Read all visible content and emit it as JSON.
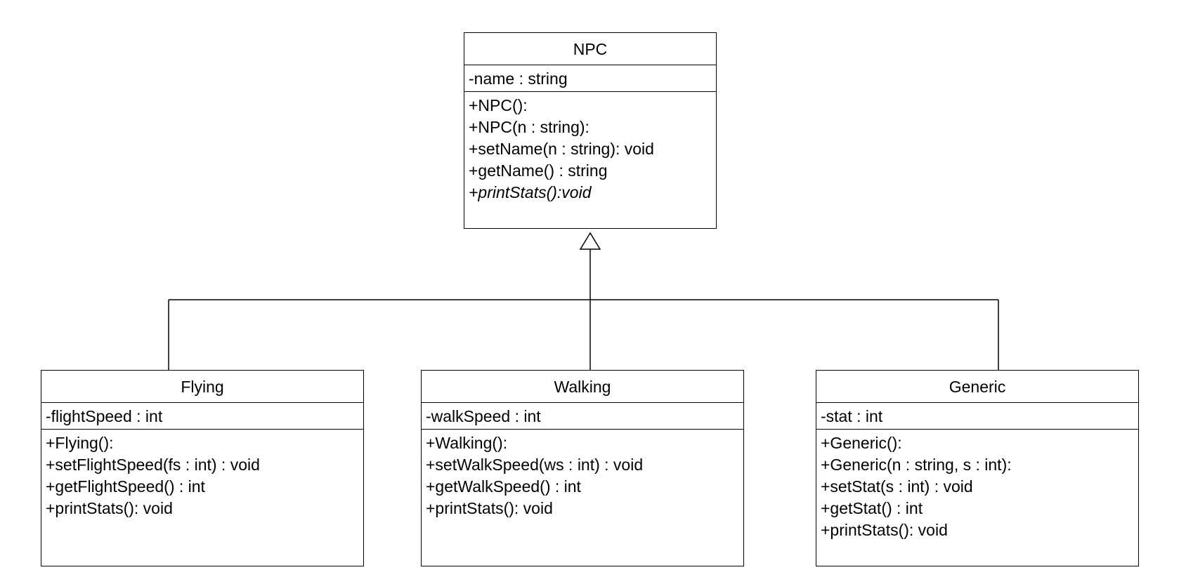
{
  "classes": {
    "npc": {
      "name": "NPC",
      "attributes": [
        "-name : string"
      ],
      "operations": [
        {
          "text": "+NPC():",
          "abstract": false
        },
        {
          "text": "+NPC(n : string):",
          "abstract": false
        },
        {
          "text": "+setName(n : string): void",
          "abstract": false
        },
        {
          "text": "+getName() : string",
          "abstract": false
        },
        {
          "text": "+printStats():void",
          "abstract": true
        }
      ]
    },
    "flying": {
      "name": "Flying",
      "attributes": [
        "-flightSpeed : int"
      ],
      "operations": [
        {
          "text": "+Flying():",
          "abstract": false
        },
        {
          "text": "+setFlightSpeed(fs : int) : void",
          "abstract": false
        },
        {
          "text": "+getFlightSpeed() : int",
          "abstract": false
        },
        {
          "text": "+printStats(): void",
          "abstract": false
        }
      ]
    },
    "walking": {
      "name": "Walking",
      "attributes": [
        "-walkSpeed : int"
      ],
      "operations": [
        {
          "text": "+Walking():",
          "abstract": false
        },
        {
          "text": "+setWalkSpeed(ws : int) : void",
          "abstract": false
        },
        {
          "text": "+getWalkSpeed() : int",
          "abstract": false
        },
        {
          "text": "+printStats(): void",
          "abstract": false
        }
      ]
    },
    "generic": {
      "name": "Generic",
      "attributes": [
        "-stat : int"
      ],
      "operations": [
        {
          "text": "+Generic():",
          "abstract": false
        },
        {
          "text": "+Generic(n : string, s : int):",
          "abstract": false
        },
        {
          "text": "+setStat(s : int) : void",
          "abstract": false
        },
        {
          "text": "+getStat() : int",
          "abstract": false
        },
        {
          "text": "+printStats(): void",
          "abstract": false
        }
      ]
    }
  },
  "relationships": [
    {
      "type": "generalization",
      "from": "Flying",
      "to": "NPC"
    },
    {
      "type": "generalization",
      "from": "Walking",
      "to": "NPC"
    },
    {
      "type": "generalization",
      "from": "Generic",
      "to": "NPC"
    }
  ]
}
